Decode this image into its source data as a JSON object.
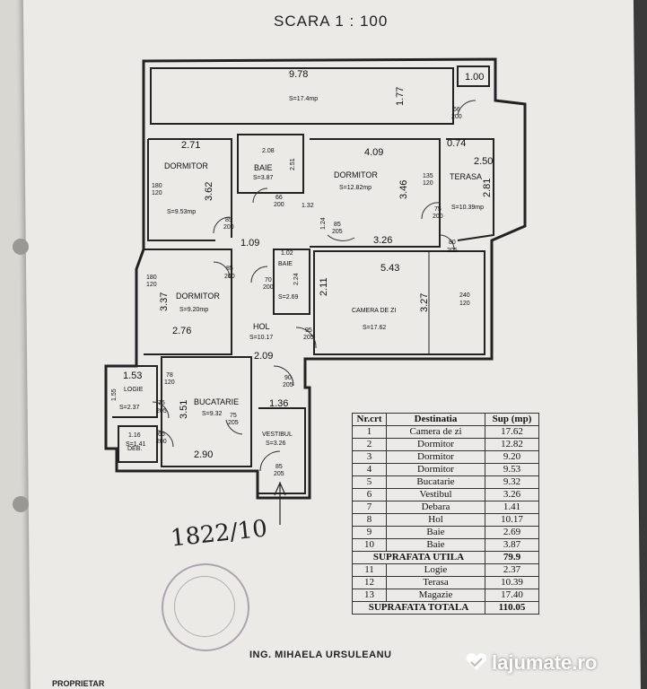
{
  "document": {
    "scale": "SCARA 1 : 100",
    "handwritten_number": "1822/10",
    "engineer": "ING. MIHAELA URSULEANU",
    "owner_label": "PROPRIETAR",
    "watermark": "lajumate.ro"
  },
  "plan": {
    "dims": {
      "d_978": "9.78",
      "d_100": "1.00",
      "d_177": "1.77",
      "d_271": "2.71",
      "d_362": "3.62",
      "d_208": "2.08",
      "d_251": "2.51",
      "d_409": "4.09",
      "d_346": "3.46",
      "d_074": "0.74",
      "d_250": "2.50",
      "d_281": "2.81",
      "d_132": "1.32",
      "d_124": "1.24",
      "d_109": "1.09",
      "d_326": "3.26",
      "d_102": "1.02",
      "d_224": "2.24",
      "d_211": "2.11",
      "d_543": "5.43",
      "d_327": "3.27",
      "d_337": "3.37",
      "d_276": "2.76",
      "d_209": "2.09",
      "d_153": "1.53",
      "d_155": "1.55",
      "d_351": "3.51",
      "d_136": "1.36",
      "d_116": "1.16",
      "d_290": "2.90"
    },
    "rooms": {
      "magazie_area": "S=17.4mp",
      "dormitor1": "DORMITOR",
      "dormitor1_area": "S=9.53mp",
      "baie1": "BAIE",
      "baie1_area": "S=3.87",
      "dormitor2": "DORMITOR",
      "dormitor2_area": "S=12.82mp",
      "terasa": "TERASA",
      "terasa_area": "S=10.39mp",
      "dormitor3": "DORMITOR",
      "dormitor3_area": "S=9.20mp",
      "baie2": "BAIE",
      "baie2_area": "S=2.69",
      "camera": "CAMERA DE ZI",
      "camera_area": "S=17.62",
      "hol": "HOL",
      "hol_area": "S=10.17",
      "logie": "LOGIE",
      "logie_area": "S=2.37",
      "bucatarie": "BUCATARIE",
      "bucatarie_area": "S=9.32",
      "vestibul": "VESTIBUL",
      "vestibul_area": "S=3.26",
      "debara": "DEB.",
      "debara_area": "S=1.41"
    },
    "doors": {
      "door_66a": "66",
      "door_200a": "200",
      "door_180a": "180",
      "door_120a": "120",
      "door_85a": "85",
      "door_200b": "200",
      "door_66b": "66",
      "door_200c": "200",
      "door_85b": "85",
      "door_205a": "205",
      "door_135": "135",
      "door_120b": "120",
      "door_75a": "75",
      "door_200d": "200",
      "door_80": "80",
      "door_205b": "205",
      "door_180b": "180",
      "door_120c": "120",
      "door_85c": "85",
      "door_200e": "200",
      "door_70": "70",
      "door_200f": "200",
      "door_240": "240",
      "door_120d": "120",
      "door_95": "95",
      "door_205c": "205",
      "door_90": "90",
      "door_205d": "205",
      "door_78": "78",
      "door_120e": "120",
      "door_75b": "75",
      "door_205e": "205",
      "door_66c": "66",
      "door_200g": "200",
      "door_75c": "75",
      "door_205f": "205",
      "door_85d": "85",
      "door_205g": "205"
    }
  },
  "table": {
    "headers": [
      "Nr.crt",
      "Destinatia",
      "Sup (mp)"
    ],
    "rows": [
      [
        "1",
        "Camera de zi",
        "17.62"
      ],
      [
        "2",
        "Dormitor",
        "12.82"
      ],
      [
        "3",
        "Dormitor",
        "9.20"
      ],
      [
        "4",
        "Dormitor",
        "9.53"
      ],
      [
        "5",
        "Bucatarie",
        "9.32"
      ],
      [
        "6",
        "Vestibul",
        "3.26"
      ],
      [
        "7",
        "Debara",
        "1.41"
      ],
      [
        "8",
        "Hol",
        "10.17"
      ],
      [
        "9",
        "Baie",
        "2.69"
      ],
      [
        "10",
        "Baie",
        "3.87"
      ]
    ],
    "util_label": "SUPRAFATA UTILA",
    "util_value": "79.9",
    "rows2": [
      [
        "11",
        "Logie",
        "2.37"
      ],
      [
        "12",
        "Terasa",
        "10.39"
      ],
      [
        "13",
        "Magazie",
        "17.40"
      ]
    ],
    "total_label": "SUPRAFATA TOTALA",
    "total_value": "110.05"
  },
  "icons": {
    "watermark_icon": "heart-check-icon",
    "entrance": "arrow-up-icon"
  }
}
